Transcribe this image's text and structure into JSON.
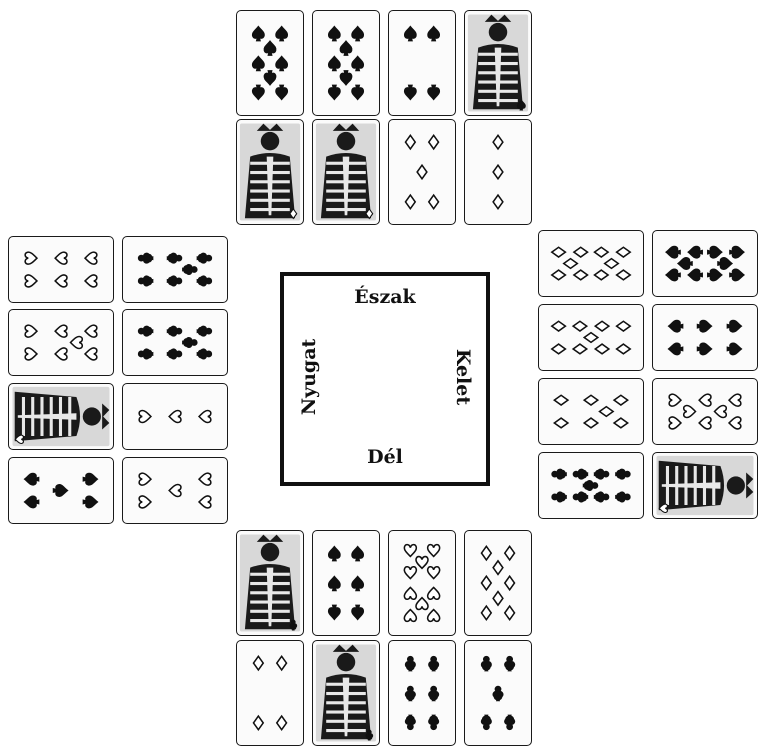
{
  "table": {
    "north_label": "Észak",
    "south_label": "Dél",
    "east_label": "Kelet",
    "west_label": "Nyugat"
  },
  "hands": {
    "north": [
      {
        "suit": "spades",
        "rank": "8"
      },
      {
        "suit": "spades",
        "rank": "8"
      },
      {
        "suit": "spades",
        "rank": "4"
      },
      {
        "suit": "spades",
        "rank": "Q"
      },
      {
        "suit": "diamonds",
        "rank": "J"
      },
      {
        "suit": "diamonds",
        "rank": "Q"
      },
      {
        "suit": "diamonds",
        "rank": "5"
      },
      {
        "suit": "diamonds",
        "rank": "3"
      }
    ],
    "west": [
      {
        "suit": "hearts",
        "rank": "6"
      },
      {
        "suit": "clubs",
        "rank": "7"
      },
      {
        "suit": "hearts",
        "rank": "7"
      },
      {
        "suit": "clubs",
        "rank": "7"
      },
      {
        "suit": "hearts",
        "rank": "K"
      },
      {
        "suit": "hearts",
        "rank": "3"
      },
      {
        "suit": "spades",
        "rank": "5"
      },
      {
        "suit": "hearts",
        "rank": "5"
      }
    ],
    "east": [
      {
        "suit": "diamonds",
        "rank": "10"
      },
      {
        "suit": "spades",
        "rank": "10"
      },
      {
        "suit": "diamonds",
        "rank": "9"
      },
      {
        "suit": "spades",
        "rank": "6"
      },
      {
        "suit": "diamonds",
        "rank": "7"
      },
      {
        "suit": "hearts",
        "rank": "8"
      },
      {
        "suit": "clubs",
        "rank": "9"
      },
      {
        "suit": "hearts",
        "rank": "K"
      }
    ],
    "south": [
      {
        "suit": "clubs",
        "rank": "K"
      },
      {
        "suit": "spades",
        "rank": "6"
      },
      {
        "suit": "hearts",
        "rank": "10"
      },
      {
        "suit": "diamonds",
        "rank": "8"
      },
      {
        "suit": "diamonds",
        "rank": "4"
      },
      {
        "suit": "clubs",
        "rank": "Q"
      },
      {
        "suit": "clubs",
        "rank": "6"
      },
      {
        "suit": "clubs",
        "rank": "5"
      }
    ]
  }
}
